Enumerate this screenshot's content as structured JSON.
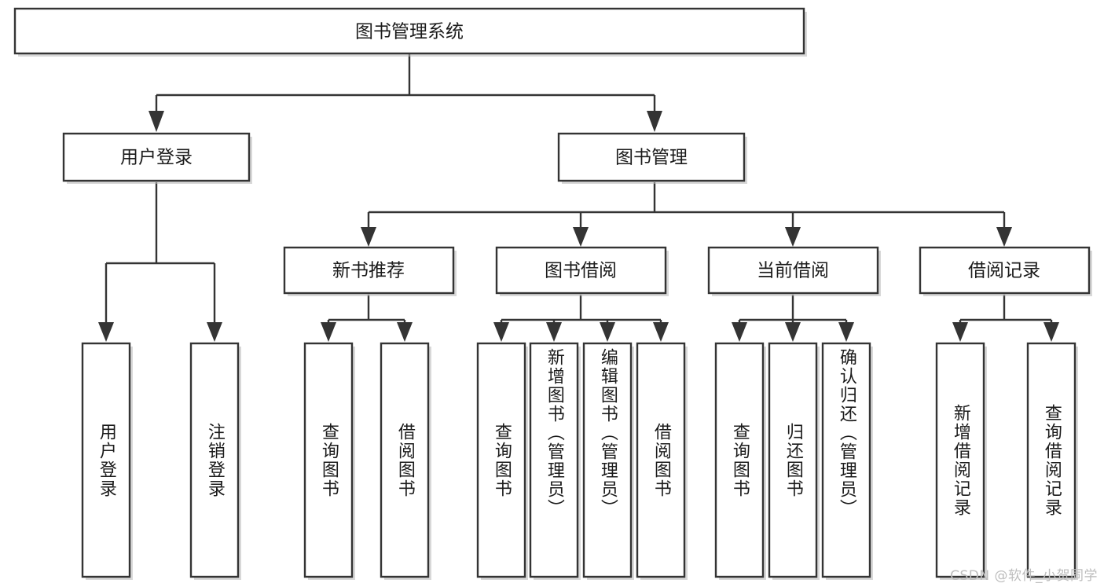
{
  "diagram": {
    "type": "tree",
    "title": "图书管理系统",
    "orientation": "top-down",
    "colors": {
      "box_stroke": "#343434",
      "box_fill": "#ffffff",
      "text": "#1b1b1b",
      "watermark": "#bdbdbd",
      "background": "#ffffff"
    },
    "root": {
      "id": "root",
      "label": "图书管理系统"
    },
    "level2": [
      {
        "id": "user-login",
        "label": "用户登录"
      },
      {
        "id": "book-manage",
        "label": "图书管理"
      }
    ],
    "level3": [
      {
        "id": "new-book-rec",
        "label": "新书推荐",
        "parent": "book-manage"
      },
      {
        "id": "book-borrow",
        "label": "图书借阅",
        "parent": "book-manage"
      },
      {
        "id": "current-borrow",
        "label": "当前借阅",
        "parent": "book-manage"
      },
      {
        "id": "borrow-record",
        "label": "借阅记录",
        "parent": "book-manage"
      }
    ],
    "leaves": [
      {
        "id": "leaf-user-login",
        "label": "用户登录",
        "parent": "user-login"
      },
      {
        "id": "leaf-logout",
        "label": "注销登录",
        "parent": "user-login"
      },
      {
        "id": "leaf-query-book-1",
        "label": "查询图书",
        "parent": "new-book-rec"
      },
      {
        "id": "leaf-borrow-book-1",
        "label": "借阅图书",
        "parent": "new-book-rec"
      },
      {
        "id": "leaf-query-book-2",
        "label": "查询图书",
        "parent": "book-borrow"
      },
      {
        "id": "leaf-add-book",
        "label": "新增图书（管理员）",
        "parent": "book-borrow"
      },
      {
        "id": "leaf-edit-book",
        "label": "编辑图书（管理员）",
        "parent": "book-borrow"
      },
      {
        "id": "leaf-borrow-book-2",
        "label": "借阅图书",
        "parent": "book-borrow"
      },
      {
        "id": "leaf-query-book-3",
        "label": "查询图书",
        "parent": "current-borrow"
      },
      {
        "id": "leaf-return-book",
        "label": "归还图书",
        "parent": "current-borrow"
      },
      {
        "id": "leaf-confirm-return",
        "label": "确认归还（管理员）",
        "parent": "current-borrow"
      },
      {
        "id": "leaf-add-record",
        "label": "新增借阅记录",
        "parent": "borrow-record"
      },
      {
        "id": "leaf-query-record",
        "label": "查询借阅记录",
        "parent": "borrow-record"
      }
    ]
  },
  "watermark": {
    "text": "CSDN @软件_小贺同学"
  }
}
